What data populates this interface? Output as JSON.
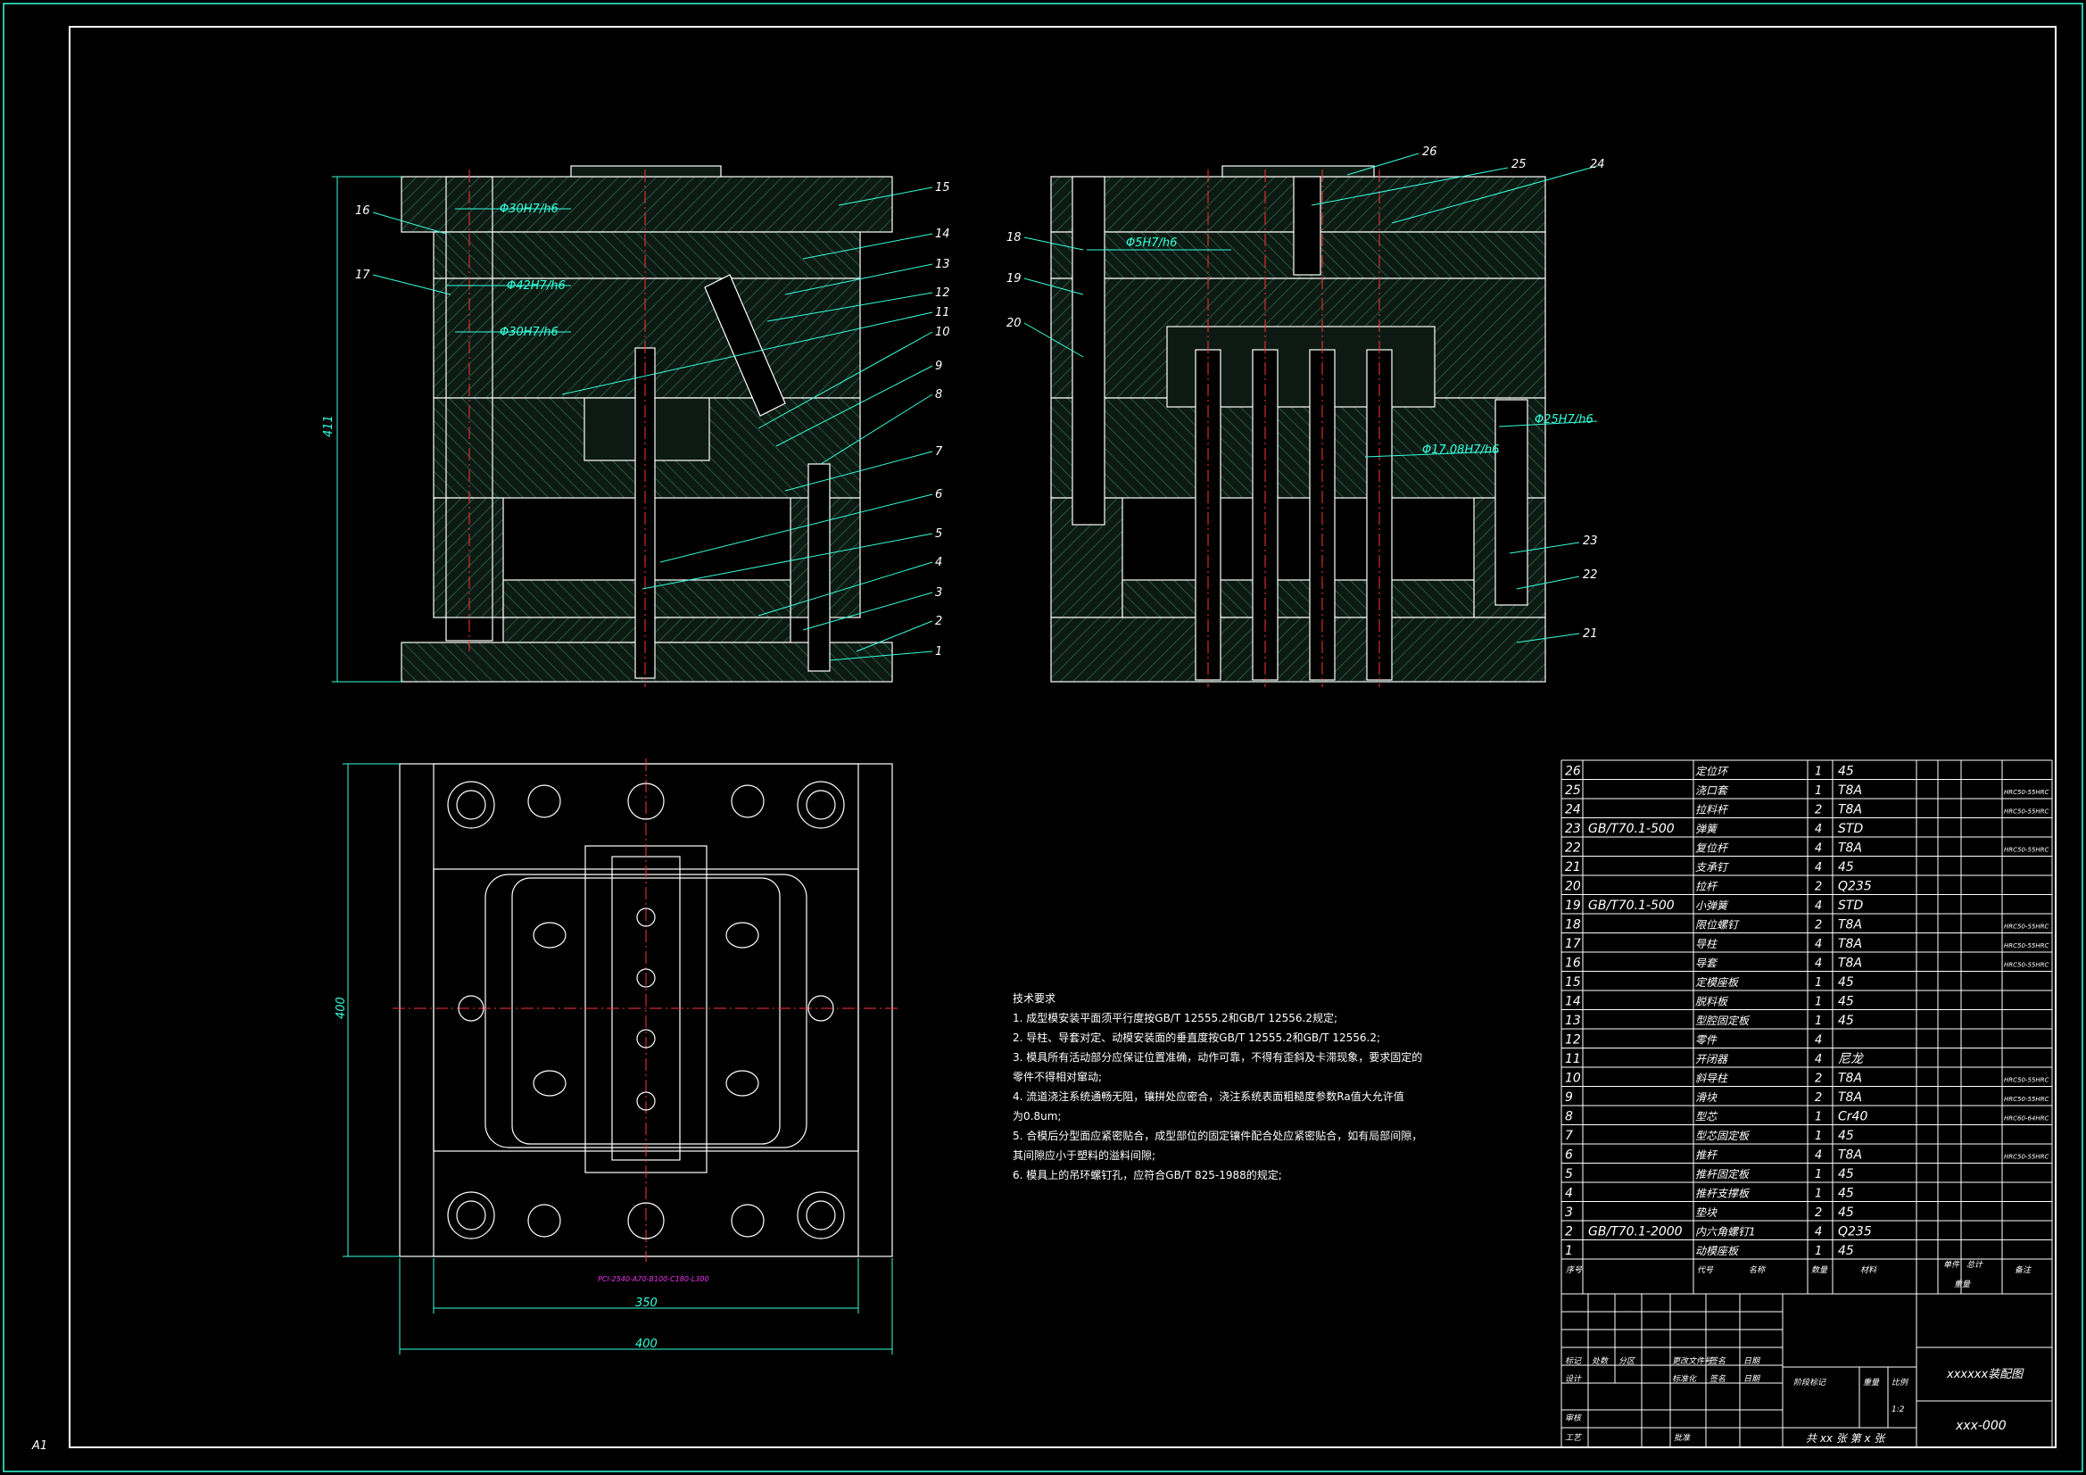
{
  "sheet": {
    "size": "A1",
    "title": "xxxxxx装配图",
    "drawing_no": "xxx-000",
    "scale": "1:2",
    "sheets": "共 xx 张  第 x 张"
  },
  "dims": {
    "phi30_top": "Φ30H7/h6",
    "phi42": "Φ42H7/h6",
    "phi30_mid": "Φ30H7/h6",
    "height": "411",
    "phi5": "Φ5H7/h6",
    "phi25": "Φ25H7/h6",
    "phi17": "Φ17.08H7/h6",
    "plan_h": "400",
    "plan_w_inner": "350",
    "plan_w_outer": "400"
  },
  "plan_caption": "PCI-2540-A70-B100-C180-L300",
  "left_callouts": [
    "15",
    "14",
    "13",
    "12",
    "11",
    "10",
    "9",
    "8",
    "7",
    "6",
    "5",
    "4",
    "3",
    "2",
    "1"
  ],
  "left_side_callouts": [
    "16",
    "17"
  ],
  "right_callouts": [
    "26",
    "25",
    "24",
    "23",
    "22",
    "21"
  ],
  "right_side_callouts": [
    "18",
    "19",
    "20"
  ],
  "notes": {
    "title": "技术要求",
    "items": [
      "1. 成型模安装平面须平行度按GB/T 12555.2和GB/T 12556.2规定;",
      "2. 导柱、导套对定、动模安装面的垂直度按GB/T 12555.2和GB/T 12556.2;",
      "3. 模具所有活动部分应保证位置准确，动作可靠，不得有歪斜及卡滞现象，要求固定的",
      "   零件不得相对窜动;",
      "4. 流道浇注系统通畅无阻，镶拼处应密合，浇注系统表面粗糙度参数Ra值大允许值",
      "   为0.8um;",
      "5. 合模后分型面应紧密贴合，成型部位的固定镶件配合处应紧密贴合，如有局部间隙，",
      "   其间隙应小于塑料的溢料间隙;",
      "6. 模具上的吊环螺钉孔，应符合GB/T 825-1988的规定;"
    ]
  },
  "bom": [
    {
      "no": "26",
      "code": "",
      "name": "定位环",
      "qty": "1",
      "mat": "45",
      "remark": ""
    },
    {
      "no": "25",
      "code": "",
      "name": "浇口套",
      "qty": "1",
      "mat": "T8A",
      "remark": "HRC50-55HRC"
    },
    {
      "no": "24",
      "code": "",
      "name": "拉料杆",
      "qty": "2",
      "mat": "T8A",
      "remark": "HRC50-55HRC"
    },
    {
      "no": "23",
      "code": "GB/T70.1-500",
      "name": "弹簧",
      "qty": "4",
      "mat": "STD",
      "remark": ""
    },
    {
      "no": "22",
      "code": "",
      "name": "复位杆",
      "qty": "4",
      "mat": "T8A",
      "remark": "HRC50-55HRC"
    },
    {
      "no": "21",
      "code": "",
      "name": "支承钉",
      "qty": "4",
      "mat": "45",
      "remark": ""
    },
    {
      "no": "20",
      "code": "",
      "name": "拉杆",
      "qty": "2",
      "mat": "Q235",
      "remark": ""
    },
    {
      "no": "19",
      "code": "GB/T70.1-500",
      "name": "小弹簧",
      "qty": "4",
      "mat": "STD",
      "remark": ""
    },
    {
      "no": "18",
      "code": "",
      "name": "限位螺钉",
      "qty": "2",
      "mat": "T8A",
      "remark": "HRC50-55HRC"
    },
    {
      "no": "17",
      "code": "",
      "name": "导柱",
      "qty": "4",
      "mat": "T8A",
      "remark": "HRC50-55HRC"
    },
    {
      "no": "16",
      "code": "",
      "name": "导套",
      "qty": "4",
      "mat": "T8A",
      "remark": "HRC50-55HRC"
    },
    {
      "no": "15",
      "code": "",
      "name": "定模座板",
      "qty": "1",
      "mat": "45",
      "remark": ""
    },
    {
      "no": "14",
      "code": "",
      "name": "脱料板",
      "qty": "1",
      "mat": "45",
      "remark": ""
    },
    {
      "no": "13",
      "code": "",
      "name": "型腔固定板",
      "qty": "1",
      "mat": "45",
      "remark": ""
    },
    {
      "no": "12",
      "code": "",
      "name": "零件",
      "qty": "4",
      "mat": "",
      "remark": ""
    },
    {
      "no": "11",
      "code": "",
      "name": "开闭器",
      "qty": "4",
      "mat": "尼龙",
      "remark": ""
    },
    {
      "no": "10",
      "code": "",
      "name": "斜导柱",
      "qty": "2",
      "mat": "T8A",
      "remark": "HRC50-55HRC"
    },
    {
      "no": "9",
      "code": "",
      "name": "滑块",
      "qty": "2",
      "mat": "T8A",
      "remark": "HRC50-55HRC"
    },
    {
      "no": "8",
      "code": "",
      "name": "型芯",
      "qty": "1",
      "mat": "Cr40",
      "remark": "HRC60-64HRC"
    },
    {
      "no": "7",
      "code": "",
      "name": "型芯固定板",
      "qty": "1",
      "mat": "45",
      "remark": ""
    },
    {
      "no": "6",
      "code": "",
      "name": "推杆",
      "qty": "4",
      "mat": "T8A",
      "remark": "HRC50-55HRC"
    },
    {
      "no": "5",
      "code": "",
      "name": "推杆固定板",
      "qty": "1",
      "mat": "45",
      "remark": ""
    },
    {
      "no": "4",
      "code": "",
      "name": "推杆支撑板",
      "qty": "1",
      "mat": "45",
      "remark": ""
    },
    {
      "no": "3",
      "code": "",
      "name": "垫块",
      "qty": "2",
      "mat": "45",
      "remark": ""
    },
    {
      "no": "2",
      "code": "GB/T70.1-2000",
      "name": "内六角螺钉1",
      "qty": "4",
      "mat": "Q235",
      "remark": ""
    },
    {
      "no": "1",
      "code": "",
      "name": "动模座板",
      "qty": "1",
      "mat": "45",
      "remark": ""
    }
  ],
  "bom_header": {
    "no": "序号",
    "code": "代号",
    "name": "名称",
    "qty": "数量",
    "mat": "材料",
    "unit": "单件",
    "total": "总计",
    "weight": "重量",
    "remark": "备注"
  },
  "title_block": {
    "mark": "标记",
    "count": "处数",
    "zone": "分区",
    "change_no": "更改文件号",
    "sign": "签名",
    "date": "日期",
    "design": "设计",
    "std": "标准化",
    "sign2": "签名",
    "date2": "日期",
    "stage": "阶段标记",
    "weight": "重量",
    "scale_lbl": "比例",
    "review": "审核",
    "process": "工艺",
    "approve": "批准"
  }
}
